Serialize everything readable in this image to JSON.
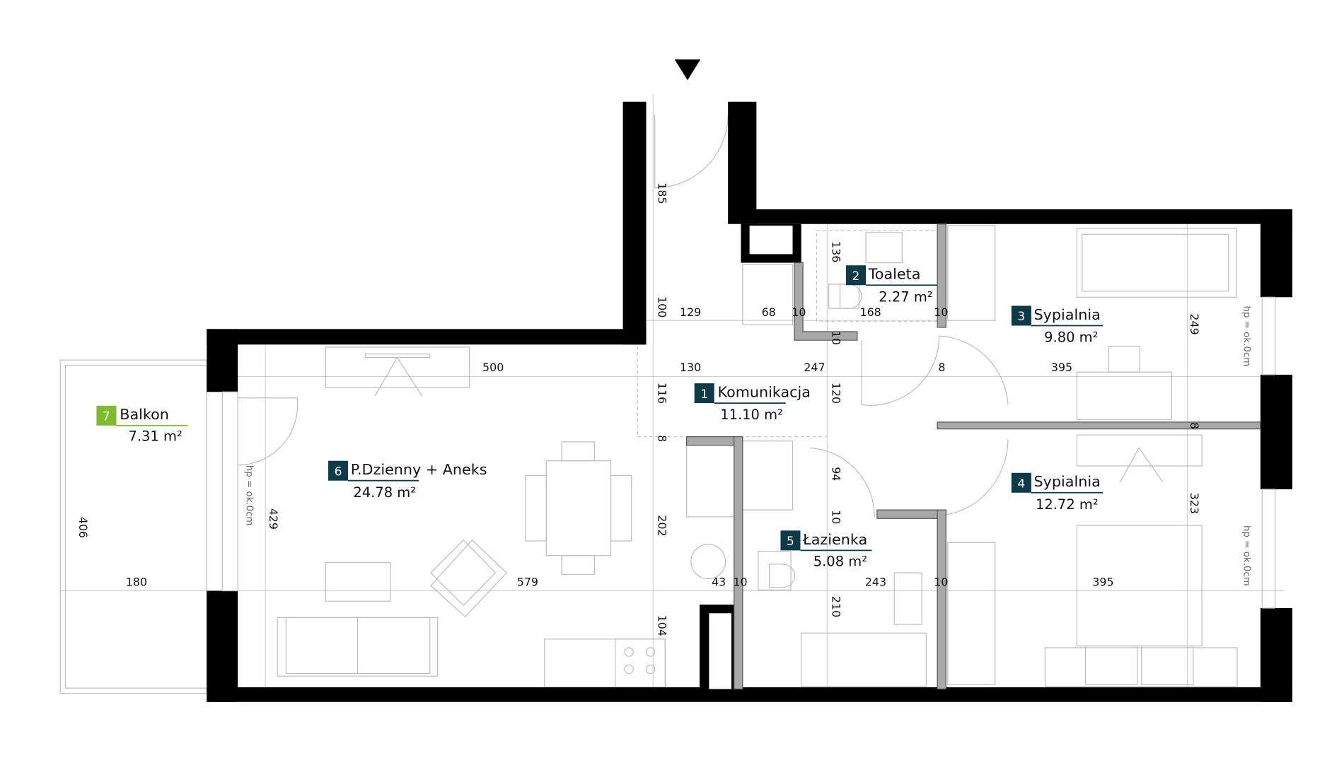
{
  "colors": {
    "badge": "#0c3a48",
    "balcony_badge": "#7dbb2e",
    "wall": "#000000",
    "partition": "#a8a8a8"
  },
  "rooms": [
    {
      "num": "1",
      "name": "Komunikacja",
      "area": "11.10 m²"
    },
    {
      "num": "2",
      "name": "Toaleta",
      "area": "2.27 m²"
    },
    {
      "num": "3",
      "name": "Sypialnia",
      "area": "9.80 m²"
    },
    {
      "num": "4",
      "name": "Sypialnia",
      "area": "12.72 m²"
    },
    {
      "num": "5",
      "name": "Łazienka",
      "area": "5.08 m²"
    },
    {
      "num": "6",
      "name": "P.Dzienny + Aneks",
      "area": "24.78 m²"
    },
    {
      "num": "7",
      "name": "Balkon",
      "area": "7.31 m²"
    }
  ],
  "dims": [
    "185",
    "100",
    "129",
    "68",
    "10",
    "168",
    "10",
    "136",
    "10",
    "500",
    "130",
    "247",
    "8",
    "395",
    "120",
    "116",
    "8",
    "249",
    "94",
    "10",
    "202",
    "429",
    "406",
    "180",
    "579",
    "43",
    "10",
    "243",
    "10",
    "395",
    "210",
    "104",
    "323",
    "8"
  ],
  "window_note": "hp = ok.0cm",
  "entrance_marker": "entrance-arrow"
}
